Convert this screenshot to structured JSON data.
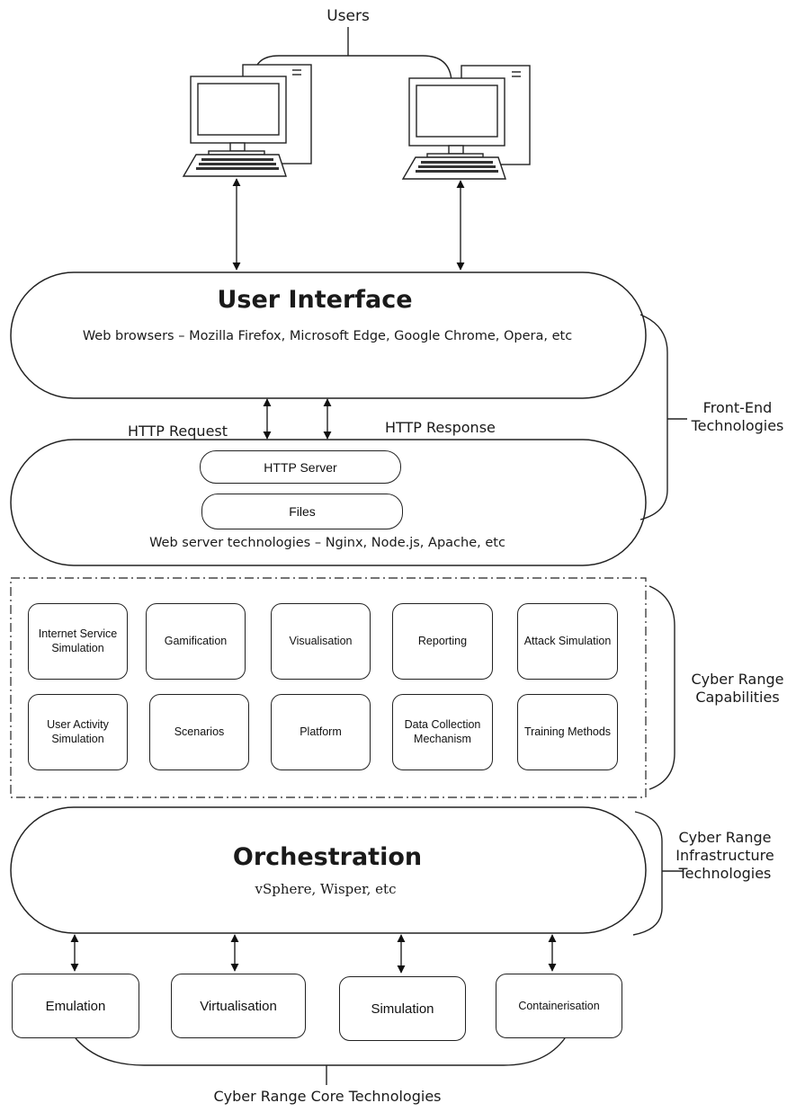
{
  "users_label": "Users",
  "user_interface": {
    "title": "User Interface",
    "subtitle": "Web browsers – Mozilla Firefox, Microsoft Edge, Google Chrome, Opera, etc"
  },
  "http": {
    "request_label": "HTTP Request",
    "response_label": "HTTP Response"
  },
  "web_server": {
    "server_label": "HTTP Server",
    "files_label": "Files",
    "caption": "Web server technologies – Nginx, Node.js, Apache, etc"
  },
  "front_end_label": "Front-End Technologies",
  "capabilities": {
    "label": "Cyber Range Capabilities",
    "items": [
      "Internet Service Simulation",
      "Gamification",
      "Visualisation",
      "Reporting",
      "Attack Simulation",
      "User Activity Simulation",
      "Scenarios",
      "Platform",
      "Data Collection Mechanism",
      "Training Methods"
    ]
  },
  "orchestration": {
    "title": "Orchestration",
    "subtitle": "vSphere, Wisper, etc"
  },
  "infrastructure_label": "Cyber Range Infrastructure Technologies",
  "core": {
    "items": [
      "Emulation",
      "Virtualisation",
      "Simulation",
      "Containerisation"
    ],
    "label": "Cyber Range Core Technologies"
  }
}
